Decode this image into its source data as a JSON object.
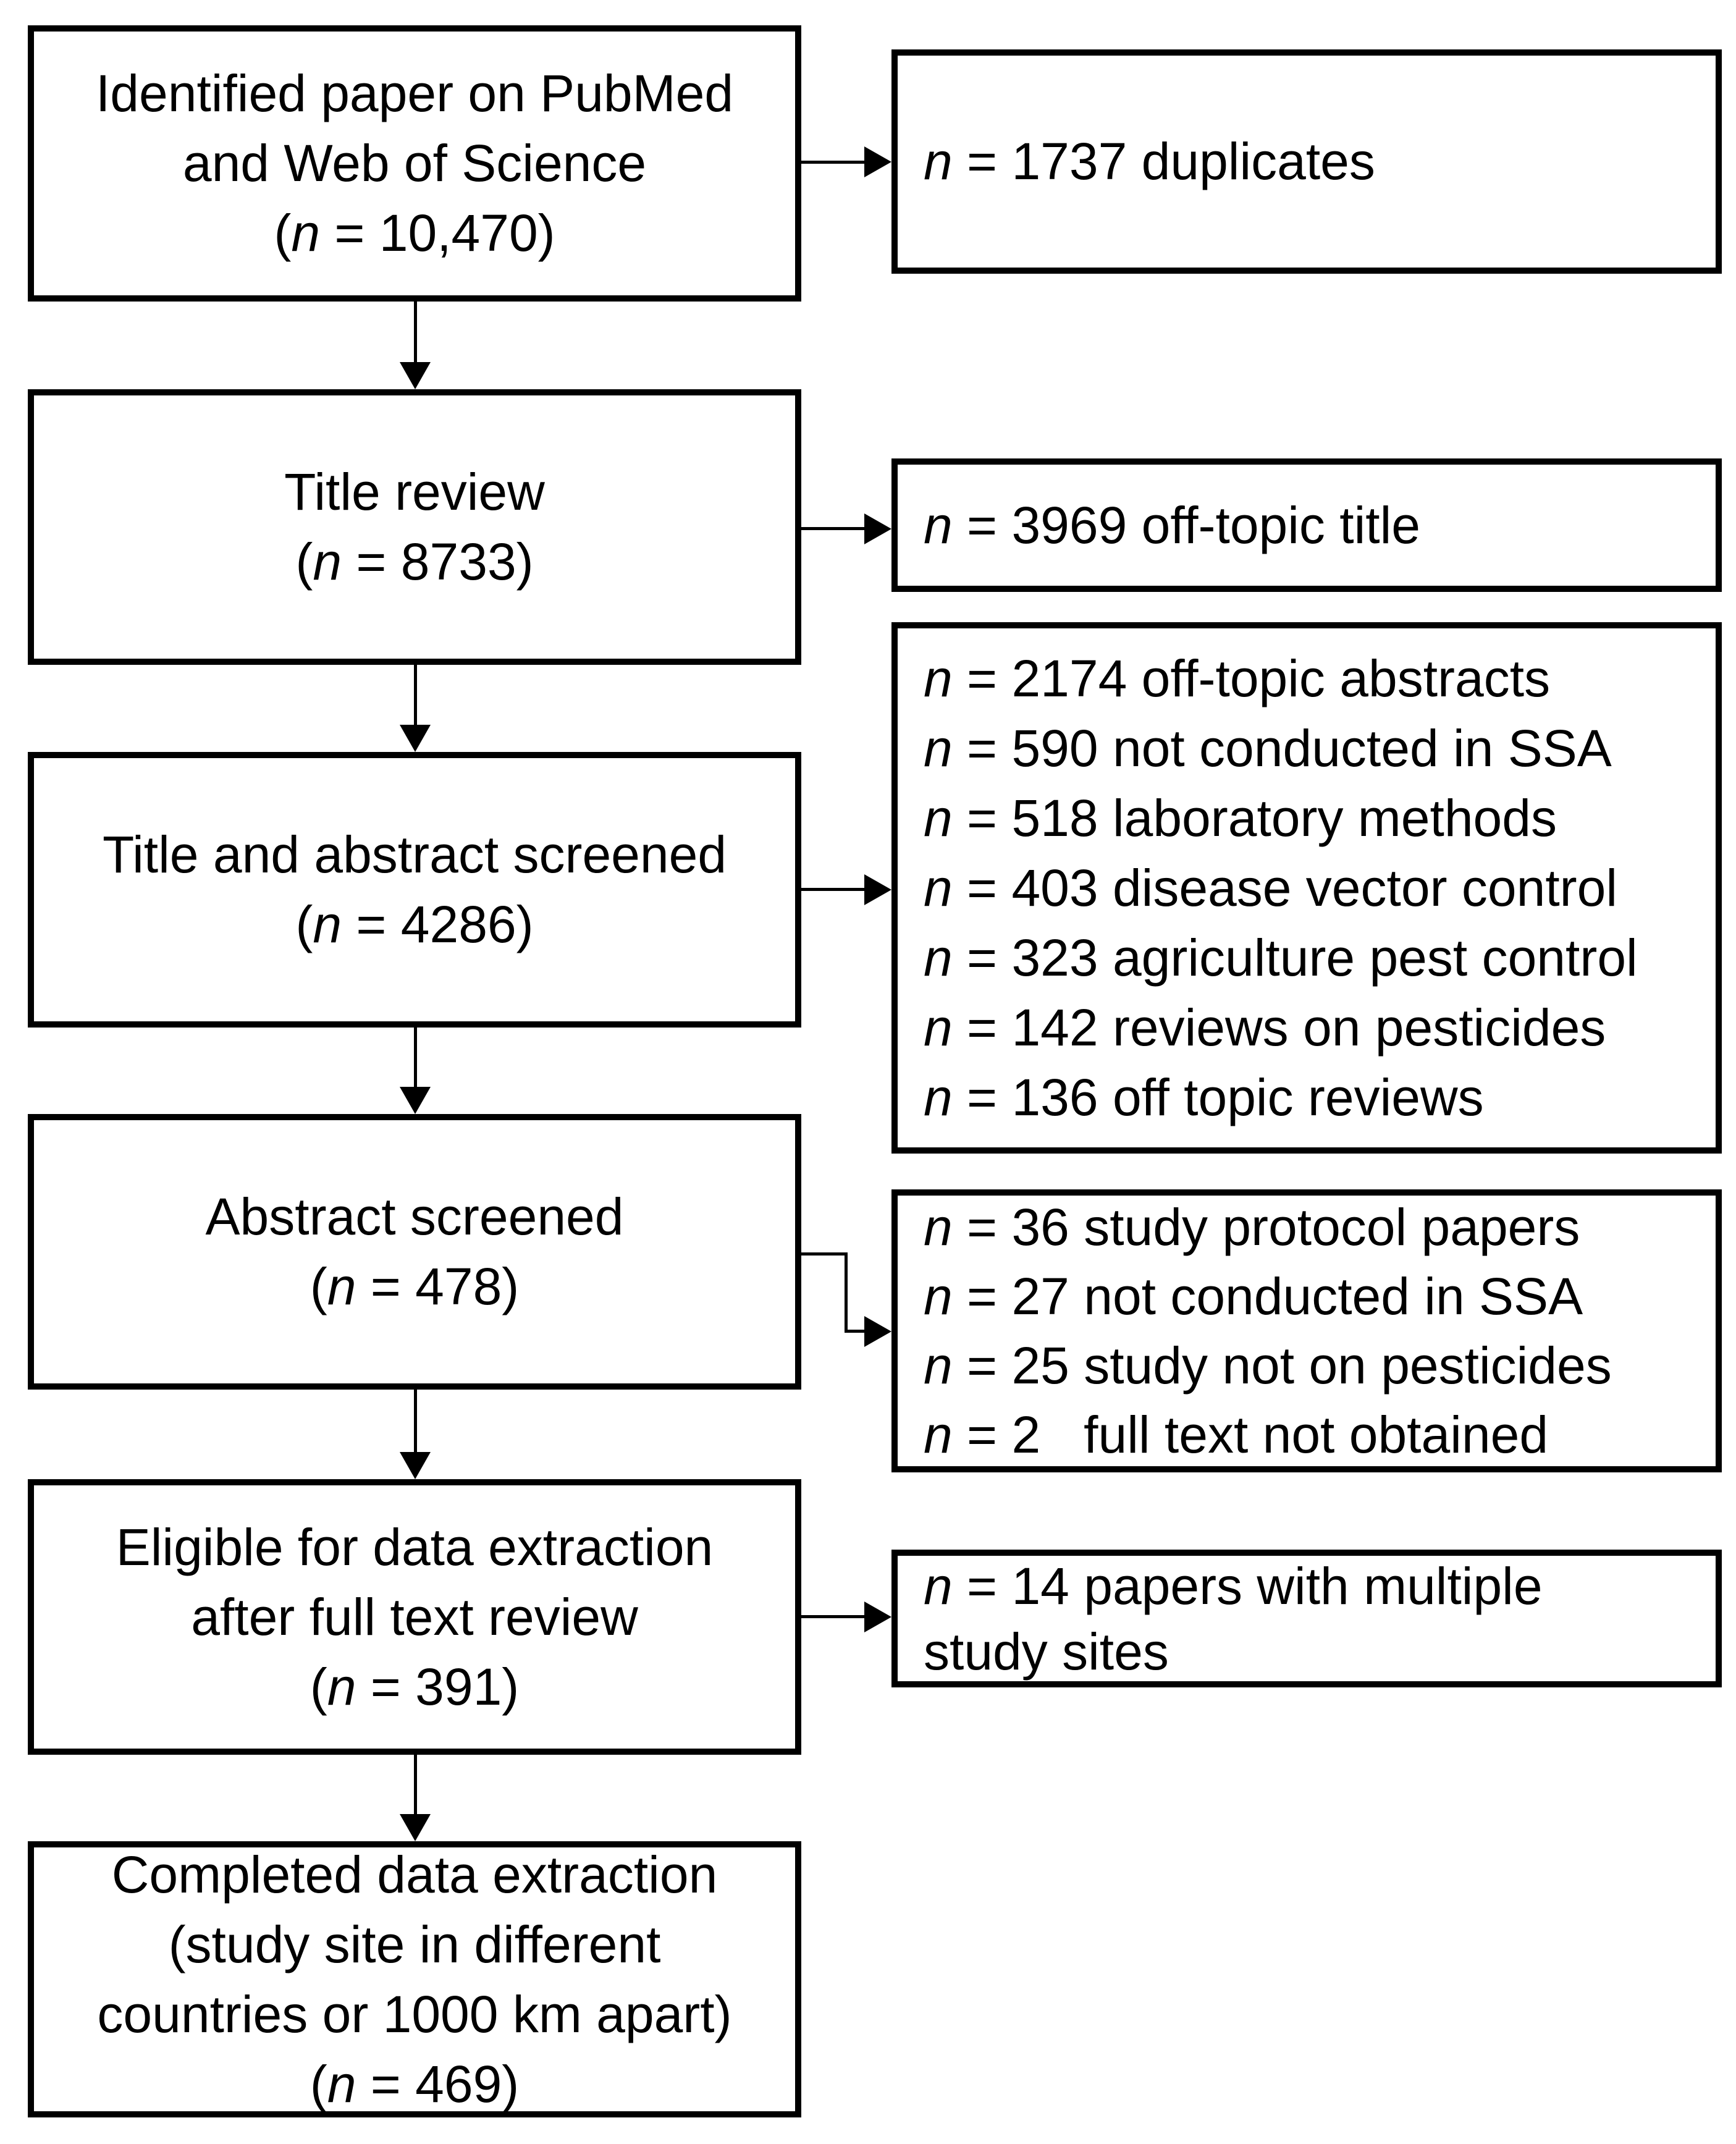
{
  "figure": {
    "type": "flowchart",
    "colors": {
      "background": "#ffffff",
      "line": "#000000",
      "text": "#000000"
    },
    "stages": [
      {
        "id": "identified",
        "lines": [
          "Identified paper on PubMed",
          "and Web of Science",
          "(n = 10,470)"
        ]
      },
      {
        "id": "title-review",
        "lines": [
          "Title review",
          "(n = 8733)"
        ]
      },
      {
        "id": "title-abstract-screened",
        "lines": [
          "Title and abstract screened",
          "(n = 4286)"
        ]
      },
      {
        "id": "abstract-screened",
        "lines": [
          "Abstract screened",
          "(n = 478)"
        ]
      },
      {
        "id": "eligible-full-text",
        "lines": [
          "Eligible for data extraction",
          "after full text review",
          "(n = 391)"
        ]
      },
      {
        "id": "completed-extraction",
        "lines": [
          "Completed data extraction",
          "(study site in different",
          "countries or 1000 km apart)",
          "(n = 469)"
        ]
      }
    ],
    "exclusions": [
      {
        "id": "duplicates",
        "lines": [
          "n = 1737 duplicates"
        ]
      },
      {
        "id": "off-topic-title",
        "lines": [
          "n = 3969 off-topic title"
        ]
      },
      {
        "id": "abstract-screen-exclusions",
        "lines": [
          "n = 2174 off-topic abstracts",
          "n = 590 not conducted in SSA",
          "n = 518 laboratory methods",
          "n = 403 disease vector control",
          "n = 323 agriculture pest control",
          "n = 142 reviews on pesticides",
          "n = 136 off topic reviews"
        ]
      },
      {
        "id": "full-text-exclusions",
        "lines": [
          "n = 36 study protocol papers",
          "n = 27 not conducted in SSA",
          "n = 25 study not on pesticides",
          "n = 2   full text not obtained"
        ]
      },
      {
        "id": "multiple-study-sites",
        "lines": [
          "n = 14 papers with multiple",
          "study sites"
        ]
      }
    ]
  }
}
